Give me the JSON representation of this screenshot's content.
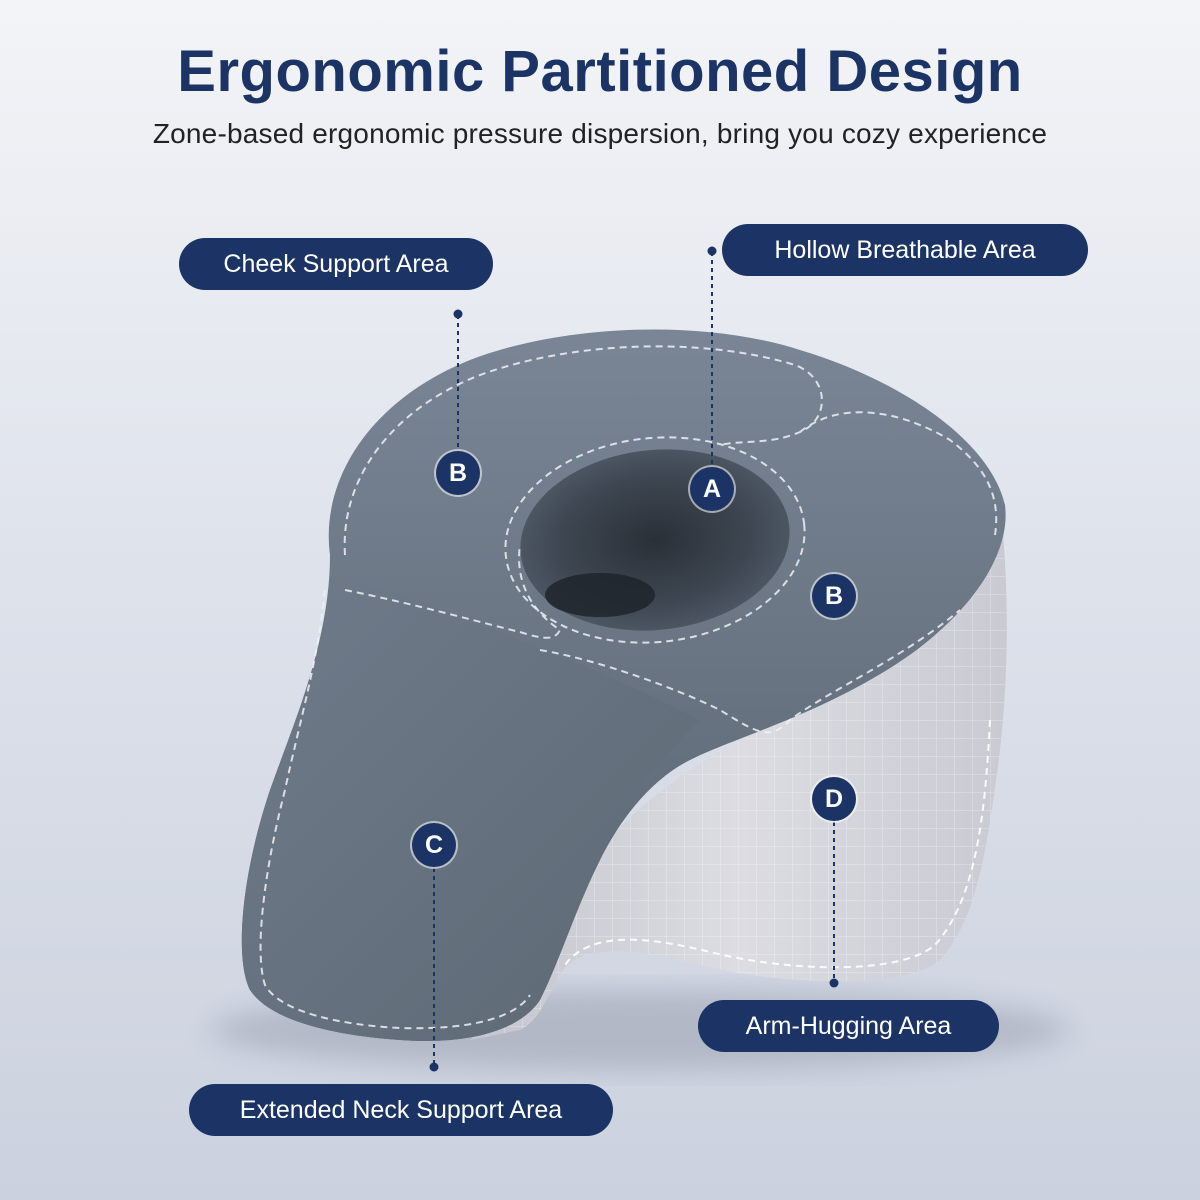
{
  "header": {
    "title": "Ergonomic Partitioned Design",
    "subtitle": "Zone-based ergonomic pressure dispersion, bring you cozy experience"
  },
  "callouts": {
    "cheek": "Cheek Support Area",
    "hollow": "Hollow Breathable Area",
    "arm": "Arm-Hugging Area",
    "neck": "Extended Neck Support Area"
  },
  "markers": {
    "a": "A",
    "b_left": "B",
    "b_right": "B",
    "c": "C",
    "d": "D"
  },
  "colors": {
    "brand_navy": "#1c3465",
    "pillow_top": "#6b7888",
    "pillow_side": "#d3d3d9"
  }
}
